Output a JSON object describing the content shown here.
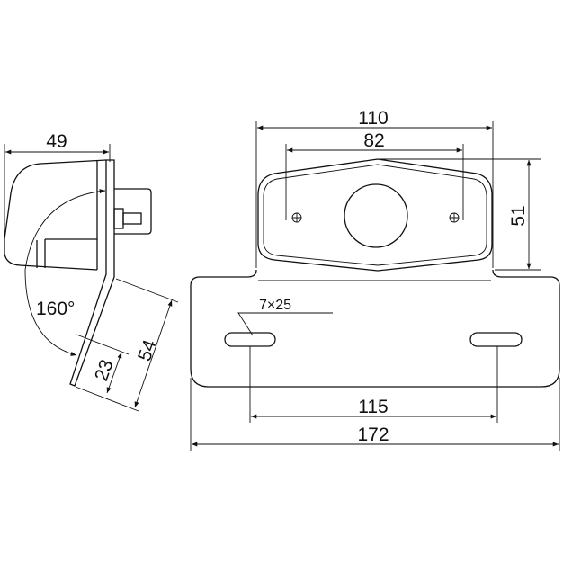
{
  "side_view": {
    "width_label": "49",
    "angle_label": "160°",
    "bracket_length_label": "54",
    "slot_offset_label": "23"
  },
  "front_view": {
    "overall_lamp_width_label": "110",
    "screw_spacing_label": "82",
    "lamp_height_label": "51",
    "slot_size_label": "7×25",
    "slot_spacing_label": "115",
    "plate_width_label": "172"
  },
  "colors": {
    "line": "#111111",
    "background": "#ffffff"
  }
}
